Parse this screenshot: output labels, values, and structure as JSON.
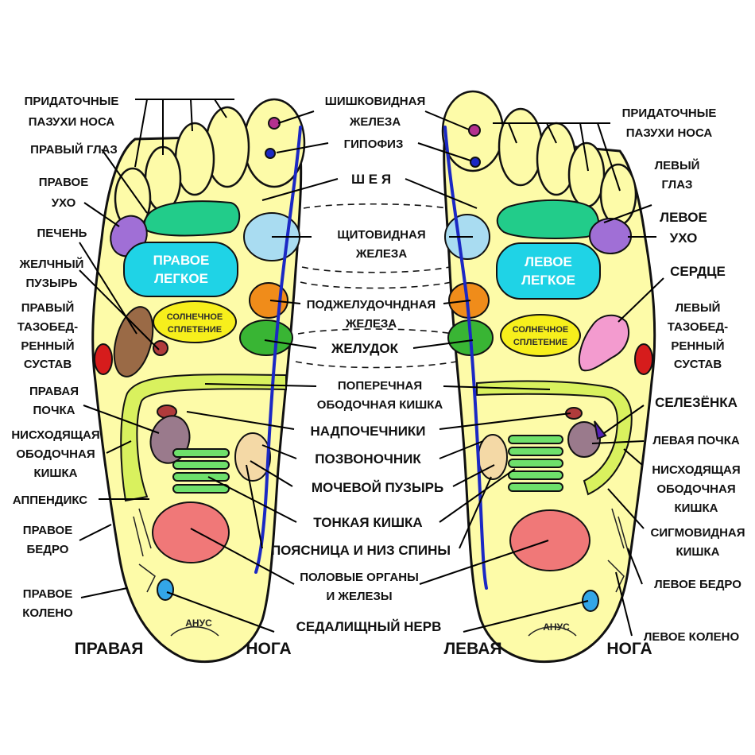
{
  "diagram": {
    "labels": {
      "sinuses_right": [
        "ПРИДАТОЧНЫЕ",
        "ПАЗУХИ НОСА"
      ],
      "pineal": [
        "ШИШКОВИДНАЯ",
        "ЖЕЛЕЗА"
      ],
      "sinuses_left": [
        "ПРИДАТОЧНЫЕ",
        "ПАЗУХИ НОСА"
      ],
      "right_eye": "ПРАВЫЙ ГЛАЗ",
      "pituitary": "ГИПОФИЗ",
      "left_eye": [
        "ЛЕВЫЙ",
        "ГЛАЗ"
      ],
      "right_ear": [
        "ПРАВОЕ",
        "УХО"
      ],
      "neck": "Ш Е Я",
      "left_ear": [
        "ЛЕВОЕ",
        "УХО"
      ],
      "liver": "ПЕЧЕНЬ",
      "thyroid": [
        "ЩИТОВИДНАЯ",
        "ЖЕЛЕЗА"
      ],
      "heart": "СЕРДЦЕ",
      "gallbladder": [
        "ЖЕЛЧНЫЙ",
        "ПУЗЫРЬ"
      ],
      "right_hip": [
        "ПРАВЫЙ",
        "ТАЗОБЕД-",
        "РЕННЫЙ",
        "СУСТАВ"
      ],
      "pancreas": [
        "ПОДЖЕЛУДОЧНДНАЯ",
        "ЖЕЛЕЗА"
      ],
      "left_hip": [
        "ЛЕВЫЙ",
        "ТАЗОБЕД-",
        "РЕННЫЙ",
        "СУСТАВ"
      ],
      "stomach": "ЖЕЛУДОК",
      "transverse_colon": [
        "ПОПЕРЕЧНАЯ",
        "ОБОДОЧНАЯ КИШКА"
      ],
      "right_kidney": [
        "ПРАВАЯ",
        "ПОЧКА"
      ],
      "spleen": "СЕЛЕЗЁНКА",
      "adrenals": "НАДПОЧЕЧНИКИ",
      "left_kidney": "ЛЕВАЯ ПОЧКА",
      "descending_colon_right": [
        "НИСХОДЯЩАЯ",
        "ОБОДОЧНАЯ",
        "КИШКА"
      ],
      "spine": "ПОЗВОНОЧНИК",
      "descending_colon_left": [
        "НИСХОДЯЩАЯ",
        "ОБОДОЧНАЯ",
        "КИШКА"
      ],
      "bladder": "МОЧЕВОЙ ПУЗЫРЬ",
      "appendix": "АППЕНДИКС",
      "small_intestine": "ТОНКАЯ КИШКА",
      "sigmoid": [
        "СИГМОВИДНАЯ",
        "КИШКА"
      ],
      "right_thigh": [
        "ПРАВОЕ",
        "БЕДРО"
      ],
      "lower_back": "ПОЯСНИЦА И НИЗ СПИНЫ",
      "left_thigh": "ЛЕВОЕ БЕДРО",
      "genitals": [
        "ПОЛОВЫЕ ОРГАНЫ",
        "И ЖЕЛЕЗЫ"
      ],
      "right_knee": [
        "ПРАВОЕ",
        "КОЛЕНО"
      ],
      "left_knee": "ЛЕВОЕ КОЛЕНО",
      "sciatic": "СЕДАЛИЩНЫЙ НЕРВ"
    },
    "in_foot": {
      "right_lung": [
        "ПРАВОЕ",
        "ЛЕГКОЕ"
      ],
      "left_lung": [
        "ЛЕВОЕ",
        "ЛЕГКОЕ"
      ],
      "solar_plexus": [
        "СОЛНЕЧНОЕ",
        "СПЛЕТЕНИЕ"
      ],
      "anus": "АНУС"
    },
    "foot_titles": {
      "right": [
        "ПРАВАЯ",
        "НОГА"
      ],
      "left": [
        "ЛЕВАЯ",
        "НОГА"
      ]
    },
    "colors": {
      "foot": "#fdfba8",
      "lung": "#1fd3e6",
      "toe_band": "#22cc8a",
      "thyroid": "#a9dcf1",
      "ear": "#a06fd6",
      "liver": "#9a6a46",
      "pancreas": "#f08c1a",
      "stomach": "#39b534",
      "solar_plexus": "#f7ef1c",
      "heart": "#f39bcf",
      "hip": "#d61c1c",
      "kidney": "#9a7a8c",
      "small_intestine": "#6ee06b",
      "colon": "#d9f15e",
      "bladder": "#f4d9a6",
      "genitals": "#f07878",
      "knee": "#33a6e8",
      "spine": "#1b28c4",
      "spleen": "#5622b8"
    }
  }
}
